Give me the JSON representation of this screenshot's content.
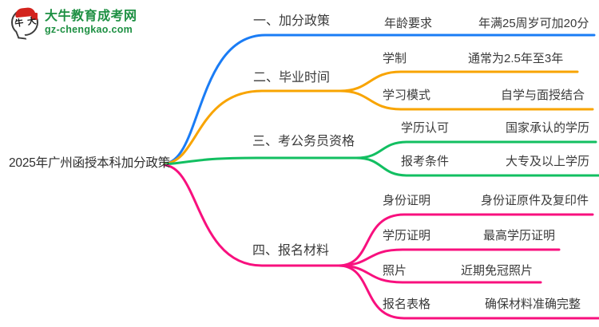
{
  "logo": {
    "icon_text": "大牛",
    "site_name": "大牛教育成考网",
    "site_url": "gz-chengkao.com",
    "brand_green": "#1e9043",
    "brand_red": "#d3231d"
  },
  "mindmap": {
    "root": {
      "label": "2025年广州函授本科加分政策"
    },
    "text_color": "#3a3a3a",
    "branches": [
      {
        "label": "一、加分政策",
        "color": "#1a7cf5",
        "children": [
          {
            "label": "年龄要求",
            "value": "年满25周岁可加20分"
          }
        ]
      },
      {
        "label": "二、毕业时间",
        "color": "#f8a400",
        "children": [
          {
            "label": "学制",
            "value": "通常为2.5年至3年"
          },
          {
            "label": "学习模式",
            "value": "自学与面授结合"
          }
        ]
      },
      {
        "label": "三、考公务员资格",
        "color": "#12bf61",
        "children": [
          {
            "label": "学历认可",
            "value": "国家承认的学历"
          },
          {
            "label": "报考条件",
            "value": "大专及以上学历"
          }
        ]
      },
      {
        "label": "四、报名材料",
        "color": "#f8107e",
        "children": [
          {
            "label": "身份证明",
            "value": "身份证原件及复印件"
          },
          {
            "label": "学历证明",
            "value": "最高学历证明"
          },
          {
            "label": "照片",
            "value": "近期免冠照片"
          },
          {
            "label": "报名表格",
            "value": "确保材料准确完整"
          }
        ]
      }
    ]
  }
}
